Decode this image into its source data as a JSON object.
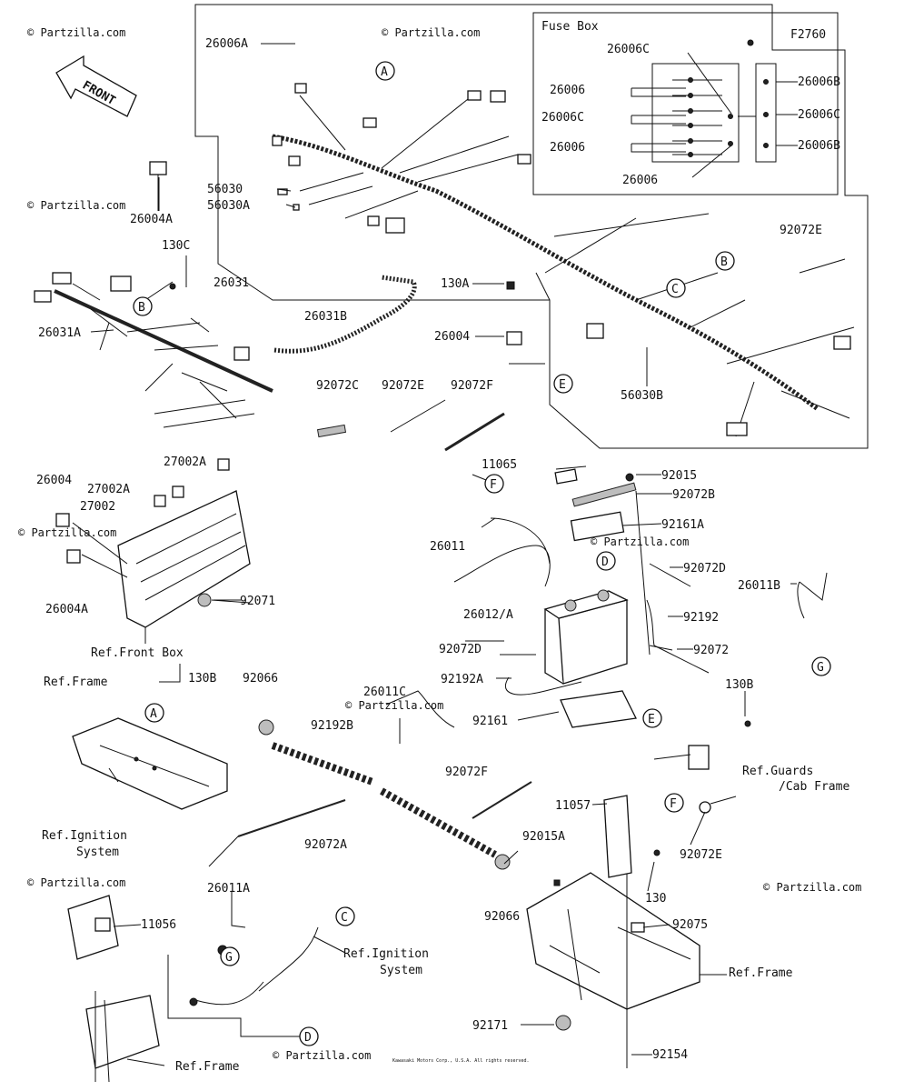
{
  "figure_code": "F2760",
  "fuse_box": {
    "title": "Fuse Box",
    "labels": [
      "26006C",
      "26006",
      "26006C",
      "26006",
      "26006",
      "26006B",
      "26006C",
      "26006B"
    ]
  },
  "front_marker": "FRONT",
  "callouts": [
    "A",
    "B",
    "C",
    "D",
    "E",
    "F",
    "G"
  ],
  "parts": [
    "26006A",
    "26004A",
    "56030",
    "56030A",
    "26031",
    "130C",
    "26031A",
    "26031B",
    "130A",
    "26004",
    "56030B",
    "92072E",
    "92072C",
    "92072E",
    "92072F",
    "27002A",
    "27002A",
    "27002",
    "26004",
    "26004A",
    "92071",
    "11065",
    "92015",
    "92072B",
    "92161A",
    "26011",
    "26012/A",
    "92072D",
    "26011B",
    "92192",
    "92072D",
    "92072",
    "92192A",
    "26011C",
    "92161",
    "130B",
    "92066",
    "92192B",
    "92072F",
    "92072A",
    "92066",
    "130B",
    "11057",
    "92015A",
    "130",
    "92072E",
    "92075",
    "11056",
    "26011A",
    "92171",
    "92154"
  ],
  "references": [
    "Ref.Front Box",
    "Ref.Frame",
    "Ref.Guards",
    "/Cab Frame",
    "Ref.Ignition",
    "System",
    "Ref.Ignition",
    "System",
    "Ref.Frame",
    "Ref.Frame"
  ],
  "watermark": "© Partzilla.com",
  "copyright": "Kawasaki Motors Corp., U.S.A. All rights reserved."
}
